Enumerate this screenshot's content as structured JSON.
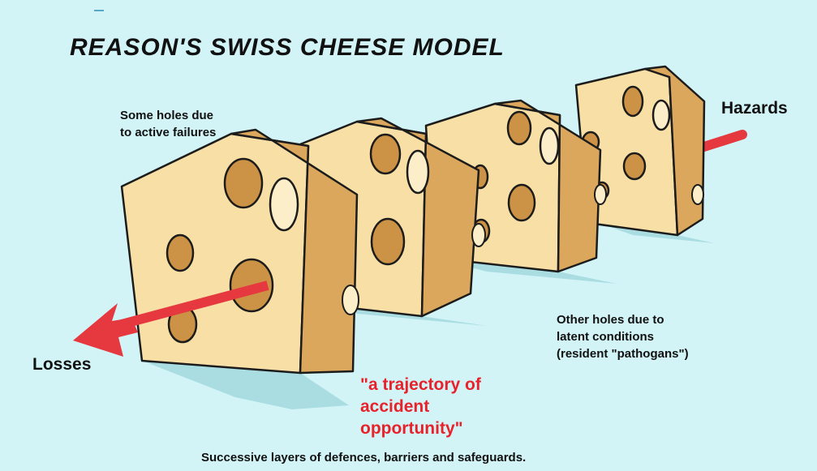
{
  "title": "REASON'S SWISS CHEESE MODEL",
  "labels": {
    "active_failures": "Some holes due\nto active failures",
    "hazards": "Hazards",
    "losses": "Losses",
    "latent_conditions": "Other holes due to\nlatent conditions\n(resident \"pathogans\")",
    "trajectory_quote": "\"a trajectory of\naccident\nopportunity\""
  },
  "caption": "Successive layers of defences, barriers and safeguards.",
  "colors": {
    "background": "#d2f4f7",
    "cheese_face": "#f8dfa6",
    "cheese_side": "#dba75c",
    "arrow": "#e6383f",
    "quote_text": "#e8222b"
  }
}
